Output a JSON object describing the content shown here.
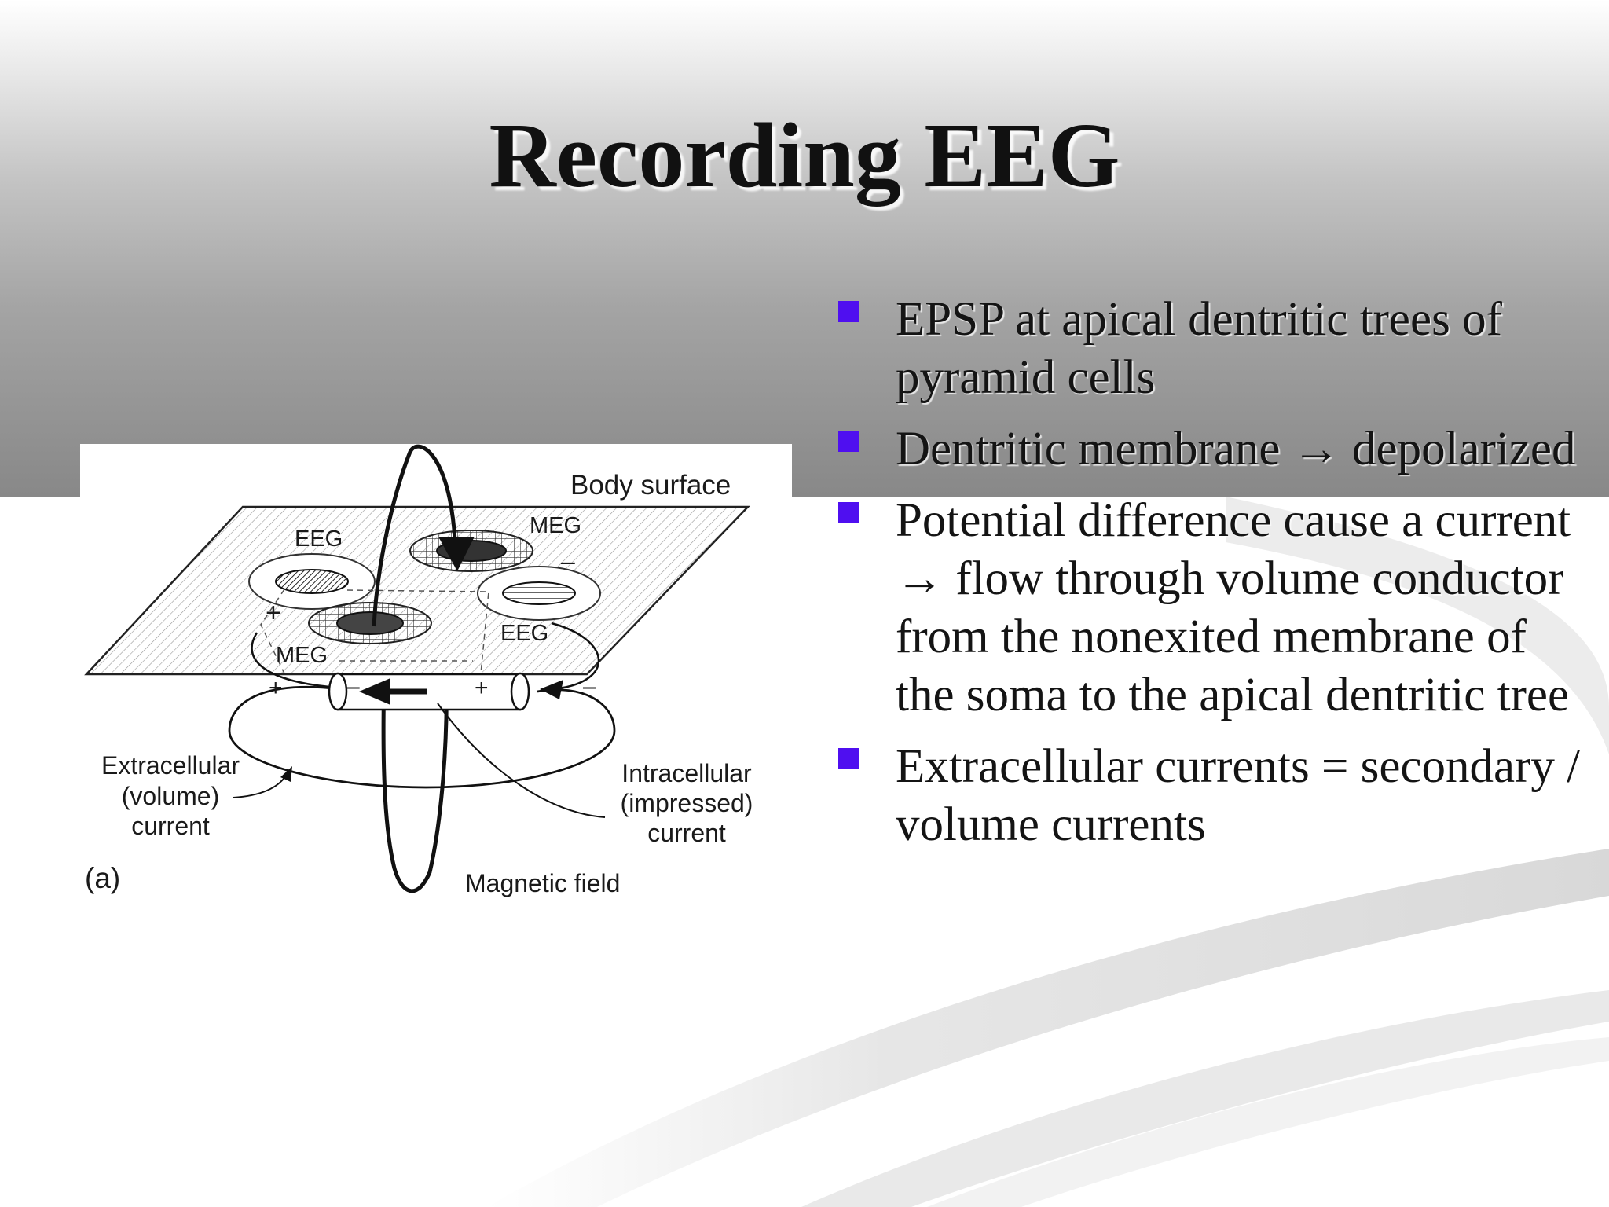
{
  "slide": {
    "title": "Recording EEG",
    "bullets": [
      "EPSP at apical dentritic trees of pyramid cells",
      "Dentritic membrane → depolarized",
      "Potential difference cause a current → flow through volume conductor from the nonexited membrane of the soma to the apical dentritic tree",
      "Extracellular currents = secondary / volume currents"
    ]
  },
  "figure": {
    "labels": {
      "body_surface": "Body surface",
      "meg_top": "MEG",
      "eeg_left": "EEG",
      "minus_top": "–",
      "plus_left": "+",
      "meg_lower": "MEG",
      "eeg_lower": "EEG",
      "plus_dipole_left": "+",
      "minus_dipole_inner": "–",
      "plus_dipole_inner": "+",
      "minus_dipole_right": "–",
      "extracellular_1": "Extracellular",
      "extracellular_2": "(volume)",
      "extracellular_3": "current",
      "intracellular_1": "Intracellular",
      "intracellular_2": "(impressed)",
      "intracellular_3": "current",
      "magnetic_field": "Magnetic field",
      "panel": "(a)"
    }
  },
  "colors": {
    "bullet_marker": "#4f0ff0",
    "title_text": "#111111",
    "body_text": "#141414"
  }
}
